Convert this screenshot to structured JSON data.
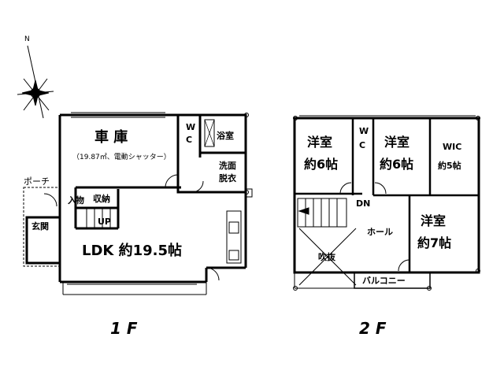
{
  "compass": {
    "north_label": "N"
  },
  "floor1": {
    "garage": {
      "name": "車 庫",
      "note": "（19.87㎡、電動シャッター）"
    },
    "wc": {
      "line1": "W",
      "line2": "C"
    },
    "bath": "浴室",
    "wash": {
      "line1": "洗面",
      "line2": "脱衣"
    },
    "porch": "ポーチ",
    "storage_small": {
      "line1": "物",
      "line2": "入"
    },
    "storage": "収納",
    "up": "UP",
    "entrance": "玄関",
    "ldk": "LDK  約19.5帖",
    "floor_label": "1 F"
  },
  "floor2": {
    "room_a": {
      "line1": "洋室",
      "line2": "約6帖"
    },
    "wc": {
      "line1": "W",
      "line2": "C"
    },
    "room_b": {
      "line1": "洋室",
      "line2": "約6帖"
    },
    "wic": {
      "line1": "WIC",
      "line2": "約5帖"
    },
    "dn": "DN",
    "hall": "ホール",
    "room_c": {
      "line1": "洋室",
      "line2": "約7帖"
    },
    "void": "吹抜",
    "balcony": "バルコニー",
    "floor_label": "2 F"
  }
}
